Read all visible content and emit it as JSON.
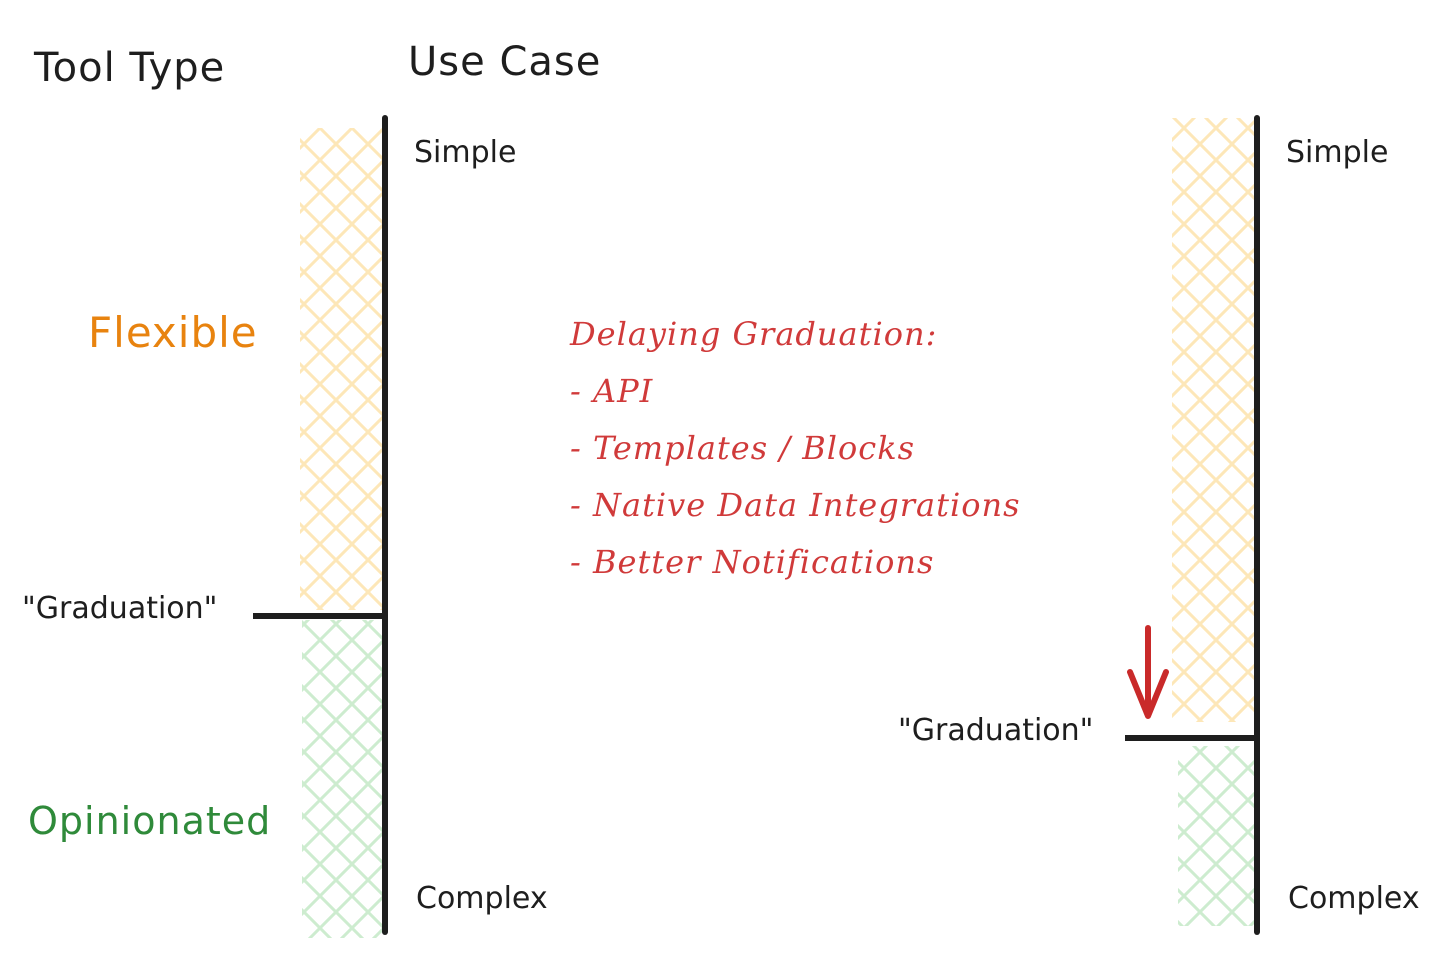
{
  "headers": {
    "tool_type": "Tool Type",
    "use_case": "Use Case"
  },
  "tool_types": {
    "flexible": "Flexible",
    "opinionated": "Opinionated"
  },
  "left_scale": {
    "top_label": "Simple",
    "bottom_label": "Complex",
    "graduation_label": "\"Graduation\""
  },
  "right_scale": {
    "top_label": "Simple",
    "bottom_label": "Complex",
    "graduation_label": "\"Graduation\""
  },
  "delaying": {
    "title": "Delaying Graduation:",
    "items": [
      "- API",
      "- Templates / Blocks",
      "- Native Data Integrations",
      "- Better Notifications"
    ]
  },
  "colors": {
    "stroke": "#1e1e1e",
    "flexible": "#e8830f",
    "opinionated": "#2f8a3a",
    "delaying": "#d03a3a",
    "arrow": "#c92a2a",
    "hatch_flexible": "#fde7b8",
    "hatch_opinionated": "#cdeccf"
  }
}
